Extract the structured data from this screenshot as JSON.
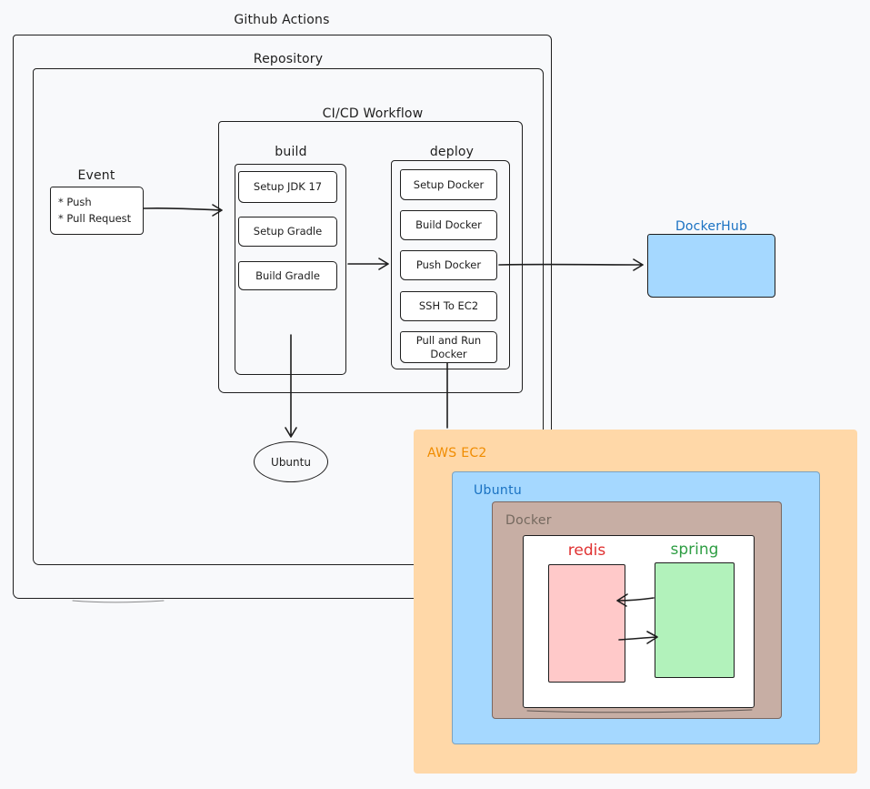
{
  "title": "Github Actions",
  "repository": {
    "label": "Repository"
  },
  "workflow": {
    "label": "CI/CD Workflow"
  },
  "event": {
    "label": "Event",
    "items": [
      "* Push",
      "* Pull Request"
    ]
  },
  "build": {
    "label": "build",
    "steps": [
      "Setup JDK 17",
      "Setup Gradle",
      "Build Gradle"
    ]
  },
  "deploy": {
    "label": "deploy",
    "steps": [
      "Setup Docker",
      "Build Docker",
      "Push Docker",
      "SSH To EC2",
      "Pull and Run Docker"
    ]
  },
  "dockerhub": {
    "label": "DockerHub"
  },
  "ubuntu_node": {
    "label": "Ubuntu"
  },
  "aws_ec2": {
    "label": "AWS EC2"
  },
  "ubuntu_host": {
    "label": "Ubuntu"
  },
  "docker": {
    "label": "Docker"
  },
  "containers": {
    "redis": "redis",
    "spring": "spring"
  },
  "colors": {
    "stroke": "#1e1e1e",
    "dockerhub_fill": "#a5d8ff",
    "dockerhub_text": "#1971c2",
    "aws_fill": "#ffd8a8",
    "aws_text": "#f08c00",
    "ubuntu_fill": "#a5d8ff",
    "ubuntu_text": "#1971c2",
    "docker_fill": "#c7aea4",
    "docker_text": "#75695f",
    "redis_fill": "#ffc9c9",
    "redis_text": "#e03131",
    "spring_fill": "#b2f2bb",
    "spring_text": "#2f9e44"
  }
}
